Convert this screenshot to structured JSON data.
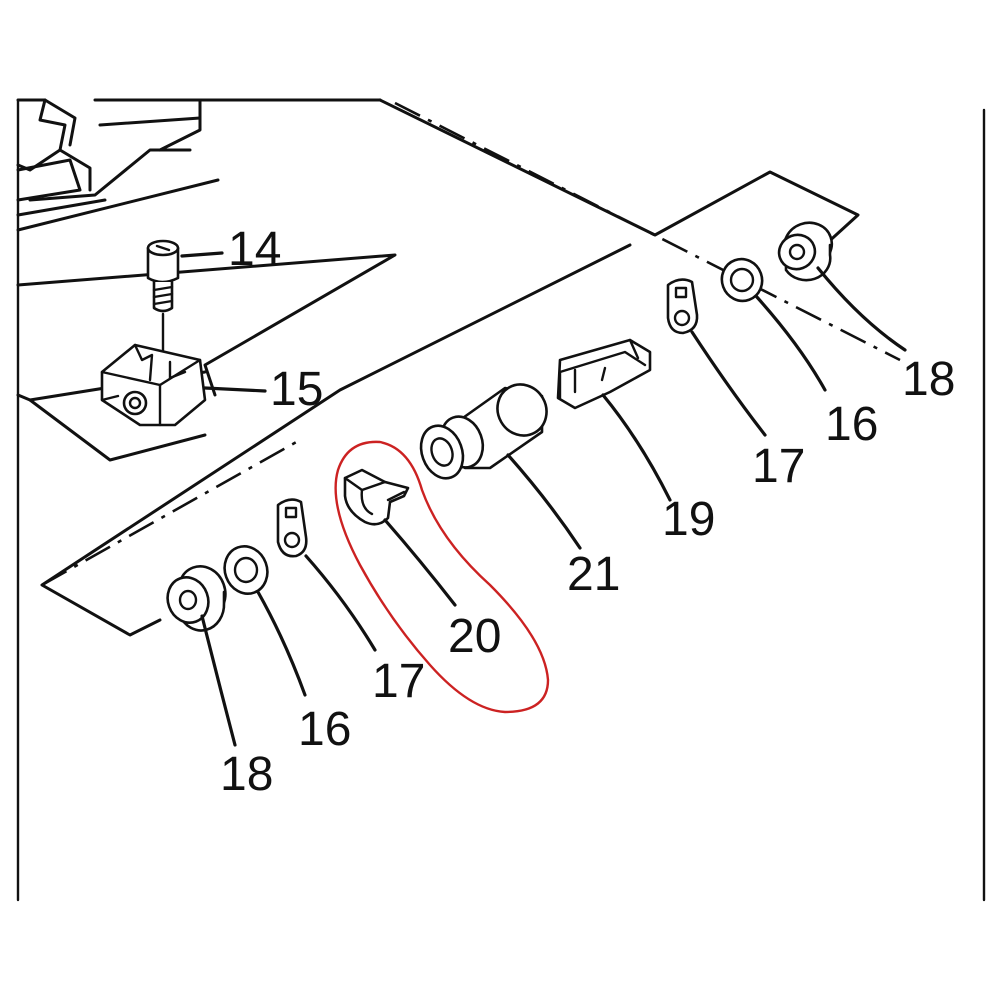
{
  "diagram": {
    "callouts": [
      {
        "id": "c14a",
        "text": "14"
      },
      {
        "id": "c15a",
        "text": "15"
      },
      {
        "id": "c18r",
        "text": "18"
      },
      {
        "id": "c16r",
        "text": "16"
      },
      {
        "id": "c17r",
        "text": "17"
      },
      {
        "id": "c19a",
        "text": "19"
      },
      {
        "id": "c21a",
        "text": "21"
      },
      {
        "id": "c20a",
        "text": "20"
      },
      {
        "id": "c17l",
        "text": "17"
      },
      {
        "id": "c16l",
        "text": "16"
      },
      {
        "id": "c18l",
        "text": "18"
      }
    ],
    "highlight": {
      "target": "20",
      "color": "#cc2222"
    },
    "line_color": "#111111"
  }
}
